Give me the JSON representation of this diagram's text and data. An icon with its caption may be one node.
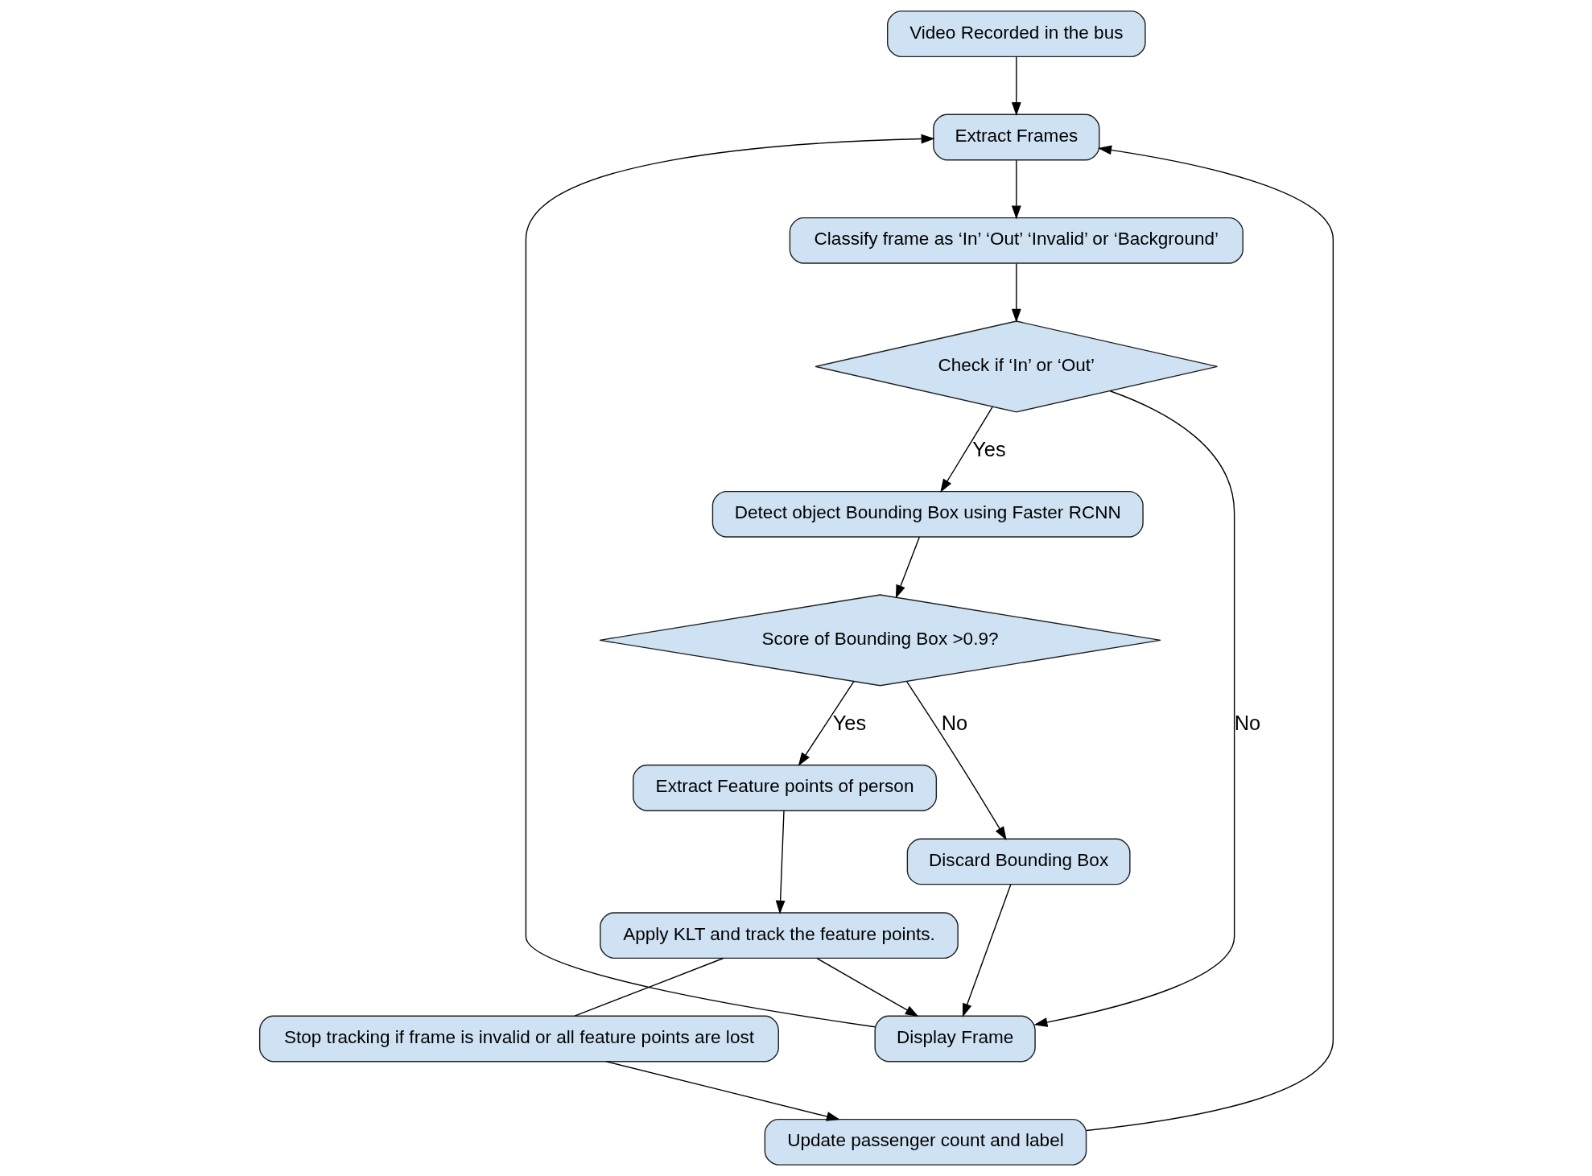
{
  "diagram": {
    "nodes": [
      {
        "text": [
          "Video Recorded in the bus"
        ]
      },
      {
        "text": [
          "Extract Frames"
        ]
      },
      {
        "text": [
          "Classify frame as ‘In’ ‘Out’ ‘Invalid’ or ‘Background’"
        ]
      },
      {
        "text": [
          "Check if ‘In’ or ‘Out’"
        ]
      },
      {
        "text": [
          "Display Frame"
        ]
      },
      {
        "text": [
          "Detect object Bounding Box using Faster RCNN"
        ]
      },
      {
        "text": [
          "Score of Bounding Box >0.9?"
        ]
      },
      {
        "text": [
          "Extract Feature points of person"
        ]
      },
      {
        "text": [
          "Apply KLT and track the feature points."
        ]
      },
      {
        "text": [
          "Discard Bounding Box"
        ]
      },
      {
        "text": [
          "Stop tracking if frame is invalid or all feature points are lost"
        ]
      },
      {
        "text": [
          "Update passenger count and label"
        ]
      }
    ],
    "edges": [
      {
        "from": 0,
        "to": 1,
        "arrow": "to"
      },
      {
        "from": 1,
        "to": 2,
        "arrow": "to"
      },
      {
        "from": 2,
        "to": 3,
        "arrow": "to"
      },
      {
        "from": 3,
        "to": 4,
        "arrow": "to",
        "label": "No"
      },
      {
        "from": 3,
        "to": 5,
        "arrow": "to",
        "label": "Yes"
      },
      {
        "from": 5,
        "to": 6,
        "arrow": "to"
      },
      {
        "from": 6,
        "to": 7,
        "arrow": "to",
        "label": "Yes"
      },
      {
        "from": 6,
        "to": 9,
        "arrow": "to",
        "label": "No"
      },
      {
        "from": 7,
        "to": 8,
        "arrow": "to"
      },
      {
        "from": 8,
        "to": 10,
        "arrow": "none"
      },
      {
        "from": 8,
        "to": 4,
        "arrow": "to"
      },
      {
        "from": 9,
        "to": 4,
        "arrow": "to"
      },
      {
        "from": 10,
        "to": 11,
        "arrow": "to"
      },
      {
        "from": 11,
        "to": 1,
        "arrow": "to"
      },
      {
        "from": 4,
        "to": 1,
        "arrow": "to"
      }
    ]
  }
}
